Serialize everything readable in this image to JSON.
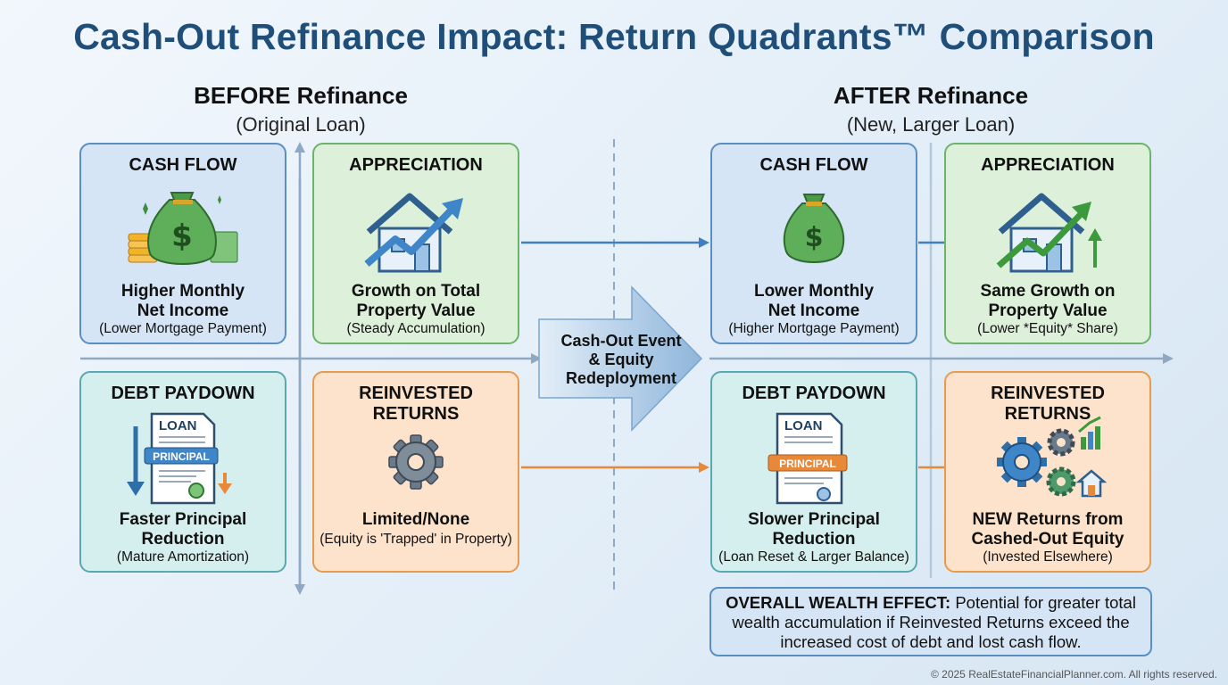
{
  "title": "Cash-Out Refinance Impact: Return Quadrants™ Comparison",
  "before": {
    "heading": "BEFORE Refinance",
    "subheading": "(Original Loan)",
    "cash_flow": {
      "title": "CASH FLOW",
      "line1": "Higher Monthly",
      "line2": "Net Income",
      "line3": "(Lower Mortgage Payment)"
    },
    "appreciation": {
      "title": "APPRECIATION",
      "line1": "Growth on Total",
      "line2": "Property Value",
      "line3": "(Steady Accumulation)"
    },
    "debt_paydown": {
      "title": "DEBT PAYDOWN",
      "line1": "Faster Principal",
      "line2": "Reduction",
      "line3": "(Mature Amortization)",
      "doc_title": "LOAN",
      "doc_tag": "PRINCIPAL"
    },
    "reinvested": {
      "title": "REINVESTED RETURNS",
      "line1": "Limited/None",
      "line2": "",
      "line3": "(Equity is 'Trapped' in Property)"
    }
  },
  "after": {
    "heading": "AFTER Refinance",
    "subheading": "(New, Larger Loan)",
    "cash_flow": {
      "title": "CASH FLOW",
      "line1": "Lower Monthly",
      "line2": "Net Income",
      "line3": "(Higher Mortgage Payment)"
    },
    "appreciation": {
      "title": "APPRECIATION",
      "line1": "Same Growth on",
      "line2": "Property Value",
      "line3": "(Lower *Equity* Share)"
    },
    "debt_paydown": {
      "title": "DEBT PAYDOWN",
      "line1": "Slower Principal",
      "line2": "Reduction",
      "line3": "(Loan Reset & Larger Balance)",
      "doc_title": "LOAN",
      "doc_tag": "PRINCIPAL"
    },
    "reinvested": {
      "title": "REINVESTED RETURNS",
      "line1": "NEW Returns from",
      "line2": "Cashed-Out Equity",
      "line3": "(Invested Elsewhere)"
    }
  },
  "center": {
    "line1": "Cash-Out Event",
    "line2": "& Equity",
    "line3": "Redeployment"
  },
  "wealth": {
    "label": "OVERALL WEALTH EFFECT:",
    "line1": " Potential for greater total",
    "line2": "wealth accumulation if Reinvested Returns exceed the",
    "line3": "increased cost of debt and lost cash flow."
  },
  "footer": "© 2025 RealEstateFinancialPlanner.com. All rights reserved.",
  "icons": {
    "money-bag": "money-bag-icon",
    "house-growth": "house-growth-icon",
    "loan-document": "loan-document-icon",
    "gear": "gear-icon",
    "gears-growth": "gears-growth-icon"
  },
  "colors": {
    "title": "#1f4e79",
    "cash_flow": "#d5e5f5",
    "appreciation": "#ddf0d9",
    "debt_paydown": "#d5eeee",
    "reinvested": "#fde3cc",
    "arrow_blue": "#3f7fbf",
    "arrow_orange": "#e8893a"
  }
}
